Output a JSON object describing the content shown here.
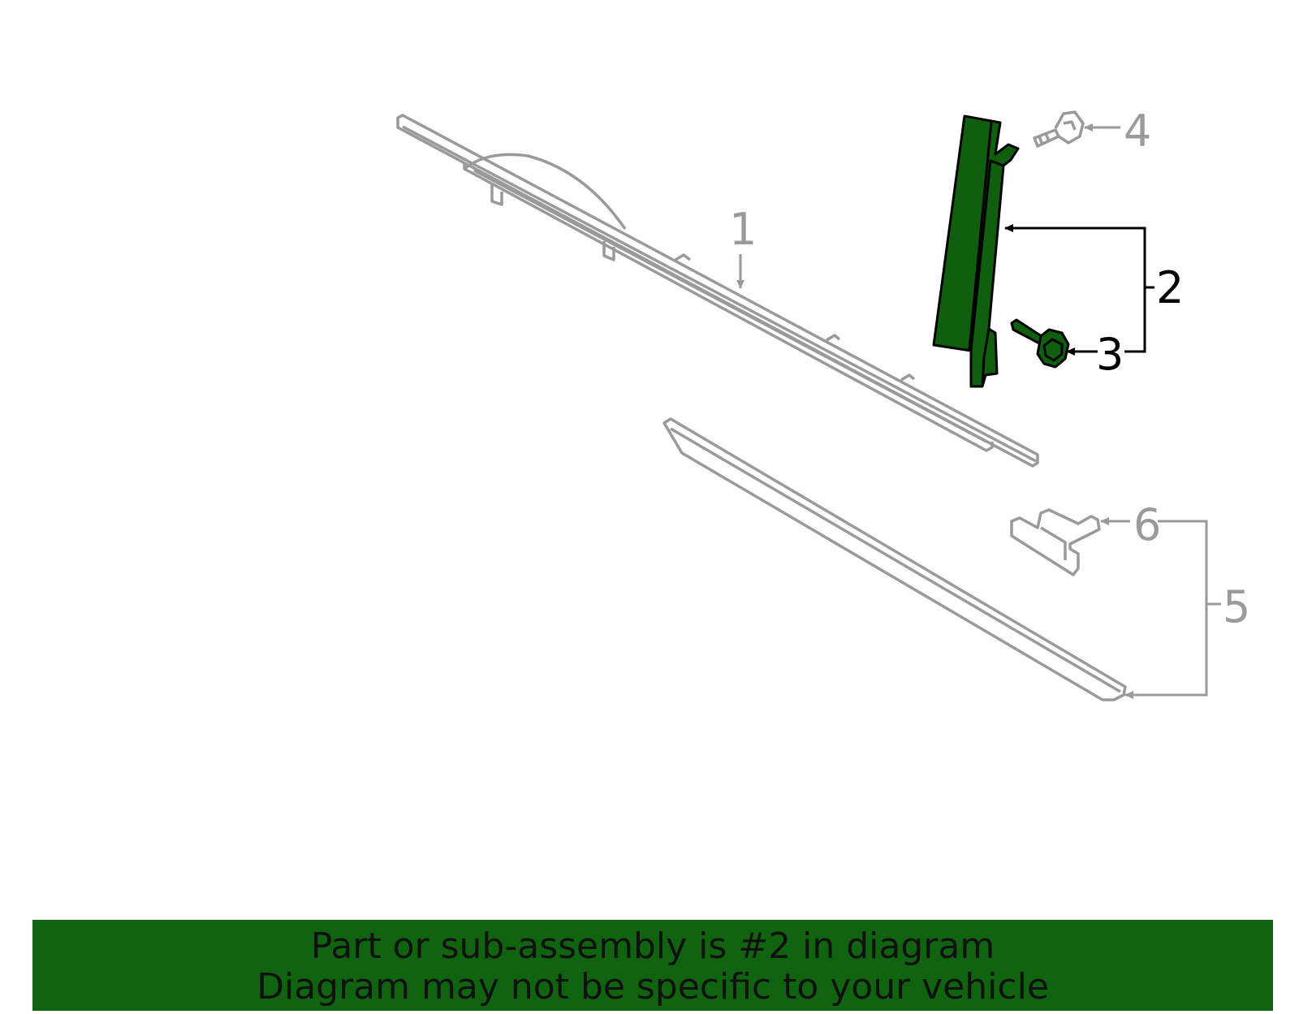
{
  "colors": {
    "highlight_part": "#0f5f0f",
    "other_parts": "#9a9a9a",
    "leader_active": "#000000",
    "banner_bg": "#106410",
    "banner_text": "#111111"
  },
  "callouts": {
    "c1": "1",
    "c2": "2",
    "c3": "3",
    "c4": "4",
    "c5": "5",
    "c6": "6"
  },
  "parts": {
    "p1": "roof-molding",
    "p2": "pillar-applique",
    "p3": "bolt",
    "p4": "stud",
    "p5": "lower-molding",
    "p6": "clip"
  },
  "banner": {
    "line1": "Part or sub-assembly is #2 in diagram",
    "line2": "Diagram may not be specific to your vehicle"
  }
}
